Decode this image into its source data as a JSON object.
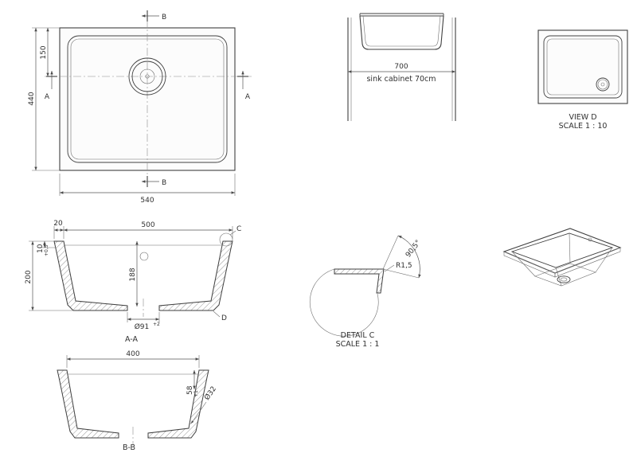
{
  "views": {
    "plan": {
      "dim_depth": "440",
      "dim_drain_offset": "150",
      "dim_width": "540",
      "section_label_a": "A",
      "section_label_b": "B"
    },
    "front": {
      "dim_cabinet": "700",
      "caption": "sink cabinet 70cm"
    },
    "view_d": {
      "title": "VIEW D",
      "scale": "SCALE 1 : 10"
    },
    "section_aa": {
      "label": "A-A",
      "dim_opening": "500",
      "dim_flange": "20",
      "dim_rim_height": "10",
      "tol_rim_height": "+0,5",
      "dim_total_height": "200",
      "dim_bowl_depth": "188",
      "dim_drain_hole": "Ø91",
      "tol_drain_hole": "+2",
      "detail_marker_c": "C",
      "detail_marker_d": "D"
    },
    "detail_c": {
      "title": "DETAIL C",
      "scale": "SCALE 1 : 1",
      "radius": "R1,5",
      "angle": "90,5°"
    },
    "section_bb": {
      "label": "B-B",
      "dim_opening": "400",
      "dim_drain_height": "58",
      "tol_drain_height": "+1",
      "dim_waste_pipe": "Ø32"
    }
  }
}
